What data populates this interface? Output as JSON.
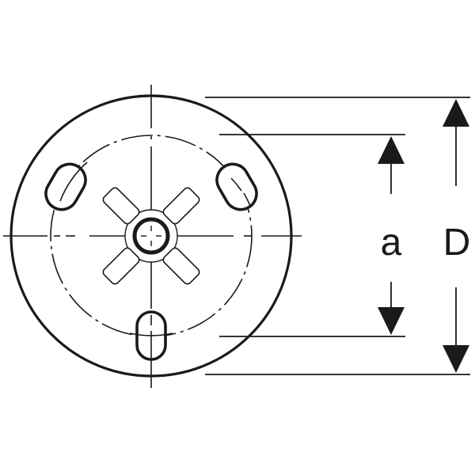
{
  "figure": {
    "type": "technical-drawing",
    "subject": "circular base plate, top view",
    "colors": {
      "line": "#1a1a1a",
      "background": "#ffffff"
    }
  },
  "dimensions": {
    "a": {
      "label": "a",
      "meaning": "bolt circle diameter"
    },
    "D": {
      "label": "D",
      "meaning": "outer diameter"
    }
  },
  "features": {
    "slotted_holes": 3,
    "cross_ribs": 4,
    "center_hole": 1
  }
}
